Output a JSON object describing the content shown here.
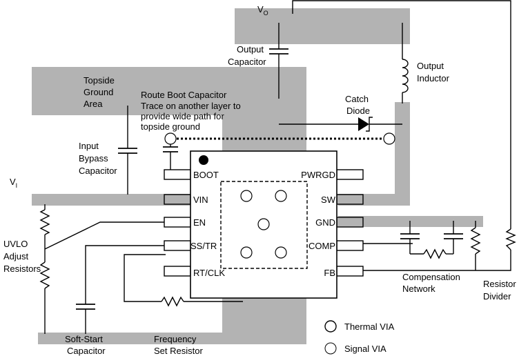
{
  "labels": {
    "vo_main": "V",
    "vo_sub": "O",
    "vi_main": "V",
    "vi_sub": "I",
    "output_capacitor": [
      "Output",
      "Capacitor"
    ],
    "output_inductor": [
      "Output",
      "Inductor"
    ],
    "topside_ground": [
      "Topside",
      "Ground",
      "Area"
    ],
    "route_boot": [
      "Route Boot Capacitor",
      "Trace on another layer to",
      "provide wide path for",
      "topside ground"
    ],
    "catch_diode": [
      "Catch",
      "Diode"
    ],
    "input_bypass": [
      "Input",
      "Bypass",
      "Capacitor"
    ],
    "uvlo": [
      "UVLO",
      "Adjust",
      "Resistors"
    ],
    "soft_start": [
      "Soft-Start",
      "Capacitor"
    ],
    "frequency_set": [
      "Frequency",
      "Set Resistor"
    ],
    "compensation": [
      "Compensation",
      "Network"
    ],
    "resistor_divider": [
      "Resistor",
      "Divider"
    ]
  },
  "pins_left": [
    "BOOT",
    "VIN",
    "EN",
    "SS/TR",
    "RT/CLK"
  ],
  "pins_right": [
    "PWRGD",
    "SW",
    "GND",
    "COMP",
    "FB"
  ],
  "legend": {
    "thermal_via": "Thermal VIA",
    "signal_via": "Signal VIA"
  },
  "colors": {
    "copper": "#b3b3b3",
    "ink": "#000000",
    "background": "#ffffff"
  }
}
